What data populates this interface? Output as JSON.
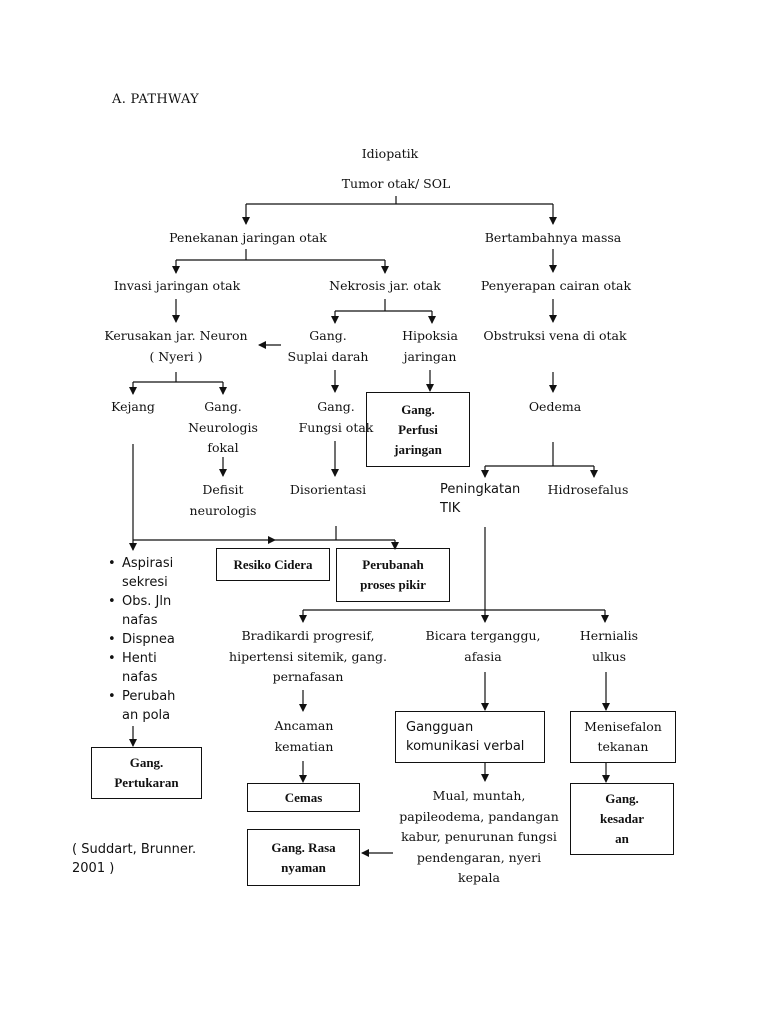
{
  "heading": "A.  PATHWAY",
  "nodes": {
    "idiopatik": "Idiopatik",
    "tumor": "Tumor otak/ SOL",
    "penekanan": "Penekanan jaringan otak",
    "bertambahnya": "Bertambahnya massa",
    "invasi": "Invasi jaringan otak",
    "nekrosis": "Nekrosis jar. otak",
    "penyerapan": "Penyerapan cairan otak",
    "kerusakan": [
      "Kerusakan jar. Neuron",
      "( Nyeri )"
    ],
    "gang_suplai": [
      "Gang.",
      "Suplai darah"
    ],
    "hipoksia": [
      "Hipoksia",
      "jaringan"
    ],
    "obstruksi": "Obstruksi vena di otak",
    "kejang": "Kejang",
    "gang_neurologis": [
      "Gang.",
      "Neurologis",
      "fokal"
    ],
    "gang_fungsi": [
      "Gang.",
      "Fungsi otak"
    ],
    "gang_perfusi": [
      "Gang.",
      "Perfusi",
      "jaringan"
    ],
    "oedema": "Oedema",
    "defisit": [
      "Defisit",
      "neurologis"
    ],
    "disorientasi": "Disorientasi",
    "peningkatan_tik": [
      "Peningkatan",
      "TIK"
    ],
    "hidrosefalus": "Hidrosefalus",
    "bullets": [
      "Aspirasi",
      "sekresi",
      "Obs.    Jln",
      "nafas",
      "Dispnea",
      "Henti",
      "nafas",
      "Perubah",
      "an    pola"
    ],
    "resiko_cidera": "Resiko Cidera",
    "perubahan_proses": [
      "Perubanah",
      "proses pikir"
    ],
    "bradikardi": [
      "Bradikardi progresif,",
      "hipertensi sitemik, gang.",
      "pernafasan"
    ],
    "bicara": [
      "Bicara terganggu,",
      "afasia"
    ],
    "hernialis": [
      "Hernialis",
      "ulkus"
    ],
    "ancaman": [
      "Ancaman",
      "kematian"
    ],
    "gangguan_komunikasi": [
      "Gangguan",
      "komunikasi verbal"
    ],
    "menisefalon": [
      "Menisefalon",
      "tekanan"
    ],
    "gang_pertukaran": [
      "Gang.",
      "Pertukaran"
    ],
    "cemas": "Cemas",
    "gang_kesadaran": [
      "Gang.",
      "kesadar",
      "an"
    ],
    "gang_rasa": [
      "Gang. Rasa",
      "nyaman"
    ],
    "mual": [
      "Mual, muntah,",
      "papileodema, pandangan",
      "kabur, penurunan fungsi",
      "pendengaran, nyeri",
      "kepala"
    ],
    "citation": [
      "( Suddart, Brunner.",
      "2001 )"
    ]
  }
}
